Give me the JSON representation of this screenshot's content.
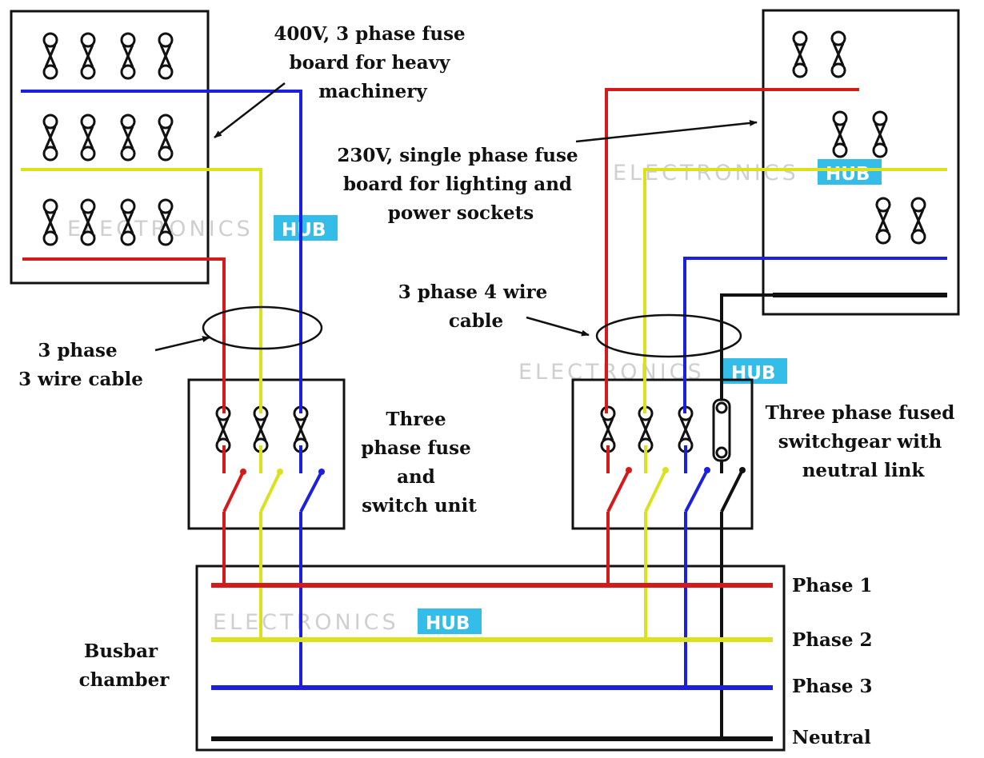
{
  "labels": {
    "fuse_board_400v": [
      "400V, 3 phase fuse",
      "board for heavy",
      "machinery"
    ],
    "fuse_board_230v": [
      "230V, single phase fuse",
      "board for lighting and",
      "power sockets"
    ],
    "cable_3p4w": [
      "3 phase 4 wire",
      "cable"
    ],
    "cable_3p3w": [
      "3 phase",
      "3 wire cable"
    ],
    "fuse_switch_unit": [
      "Three",
      "phase fuse",
      "and",
      "switch unit"
    ],
    "switchgear": [
      "Three phase fused",
      "switchgear with",
      "neutral link"
    ],
    "busbar_chamber": [
      "Busbar",
      "chamber"
    ]
  },
  "busbars": {
    "phase1": "Phase 1",
    "phase2": "Phase 2",
    "phase3": "Phase 3",
    "neutral": "Neutral"
  },
  "watermark": {
    "text": "ELECTRONICS",
    "badge": "HUB"
  },
  "colors": {
    "phase1": "#d41a1a",
    "phase2": "#d9e21d",
    "phase3": "#1b1fe0",
    "neutral": "#111111"
  }
}
